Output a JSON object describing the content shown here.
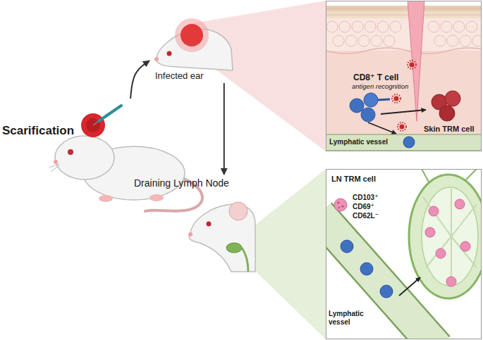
{
  "diagram": {
    "nodes": [
      {
        "text": [
          "Scarification"
        ]
      },
      {
        "text": [
          "Infected ear"
        ]
      },
      {
        "text": [
          "Draining Lymph Node"
        ]
      },
      {
        "text": [
          "CD8⁺ T cell",
          "antigen recognition",
          "Skin TRM cell"
        ]
      },
      {
        "text": [
          "Lymphatic vessel"
        ],
        "in": 3
      },
      {
        "text": [
          "LN TRM cell",
          "CD103⁺ CD69⁺ CD62L⁻"
        ]
      },
      {
        "text": [
          "Lymphatic vessel"
        ],
        "in": 5
      }
    ],
    "edges": [
      {
        "from": 0,
        "to": 1,
        "arrow": "to"
      },
      {
        "from": 1,
        "to": 2,
        "arrow": "to"
      }
    ]
  }
}
